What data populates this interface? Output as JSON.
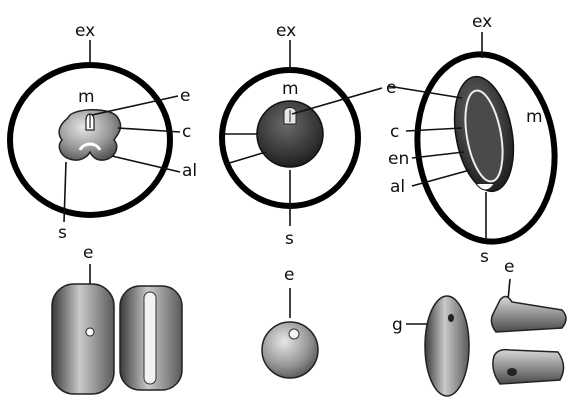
{
  "labels": {
    "ex": "ex",
    "m": "m",
    "e": "e",
    "c": "c",
    "al": "al",
    "s": "s",
    "en": "en",
    "g": "g"
  }
}
